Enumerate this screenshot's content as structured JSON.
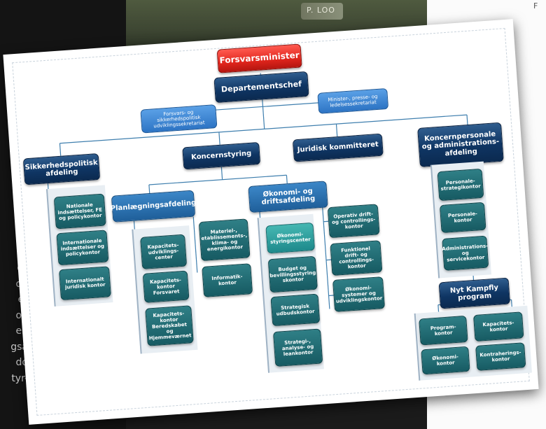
{
  "photo_caption": "P. LOO",
  "right_margin_text": "F",
  "side_text_lines": [
    "es",
    "de",
    "er",
    "og",
    "el-",
    "gså",
    "do",
    "tyr-"
  ],
  "chart": {
    "top": "Forsvarsminister",
    "chief": "Departementschef",
    "secretariats": [
      "Forsvars- og sikkerhedspolitisk udviklingssekretariat",
      "Minister-, presse- og ledelsessekretariat"
    ],
    "divisions": [
      "Sikkerhedspolitisk afdeling",
      "Koncernstyring",
      "Juridisk kommitteret",
      "Koncernpersonale og administrations-afdeling"
    ],
    "sikkerhed_units": [
      "Nationale indsættelser, FE og policykontor",
      "Internationale indsættelser og policykontor",
      "Internationalt juridisk kontor"
    ],
    "sub_divisions": [
      "Planlægningsafdeling",
      "Økonomi- og driftsafdeling"
    ],
    "plan_units": [
      "Kapacitets-udviklings-center",
      "Kapacitets-kontor Forsvaret",
      "Kapacitets-kontor Beredskabet og Hjemmeværnet"
    ],
    "materiel_units": [
      "Materiel-, etablissements-, klima- og energikontor",
      "Informatik-kontor"
    ],
    "okonomi_left_units": [
      "Økonomi-styringscenter",
      "Budget og bevillingsstyring skontor",
      "Strategisk udbudskontor",
      "Strategi-, analyse- og leankontor"
    ],
    "okonomi_right_units": [
      "Operativ drift- og controllings-kontor",
      "Funktionel drift- og controllings-kontor",
      "Økonomi-systemer og udviklingskontor"
    ],
    "personale_units": [
      "Personale-strategikontor",
      "Personale-kontor",
      "Administrations- og servicekontor"
    ],
    "kampfly": "Nyt Kampfly program",
    "kampfly_units": [
      "Program-kontor",
      "Kapacitets-kontor",
      "Økonomi-kontor",
      "Kontraherings-kontor"
    ]
  }
}
